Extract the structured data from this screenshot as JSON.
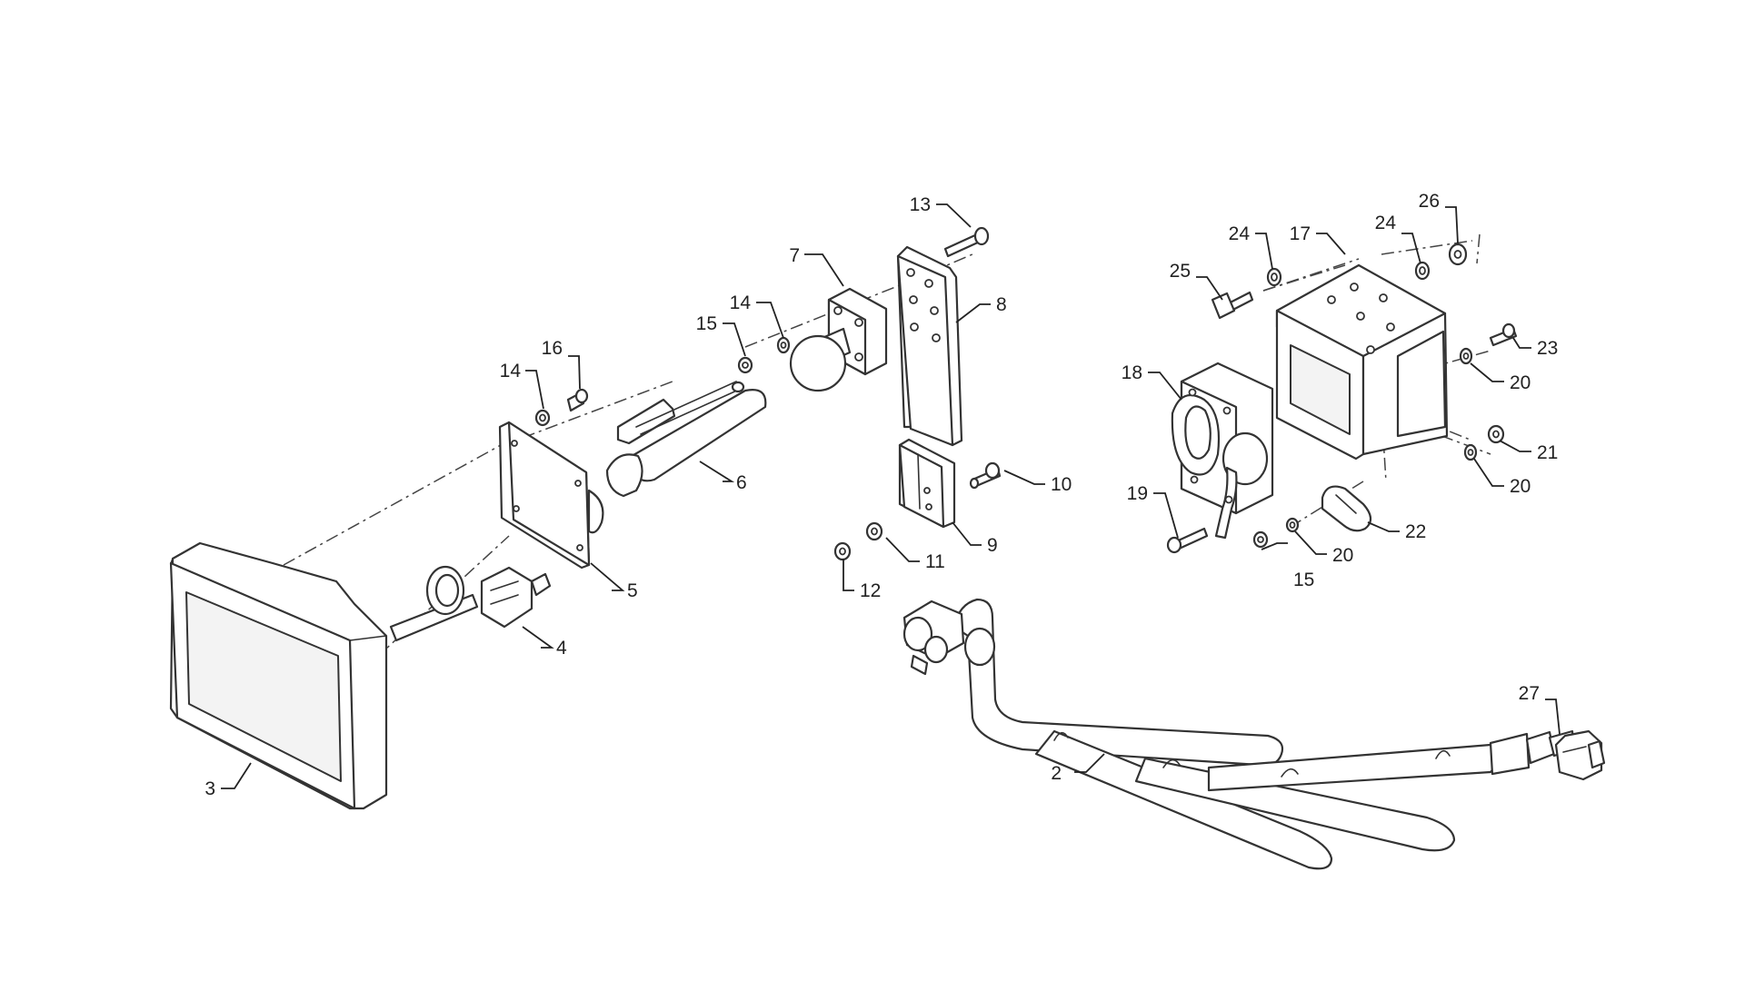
{
  "diagram": {
    "callouts": [
      "2",
      "3",
      "4",
      "5",
      "6",
      "7",
      "8",
      "9",
      "10",
      "11",
      "12",
      "13",
      "14",
      "14",
      "15",
      "15",
      "16",
      "17",
      "18",
      "19",
      "20",
      "20",
      "20",
      "21",
      "22",
      "23",
      "24",
      "24",
      "25",
      "26",
      "27"
    ]
  }
}
